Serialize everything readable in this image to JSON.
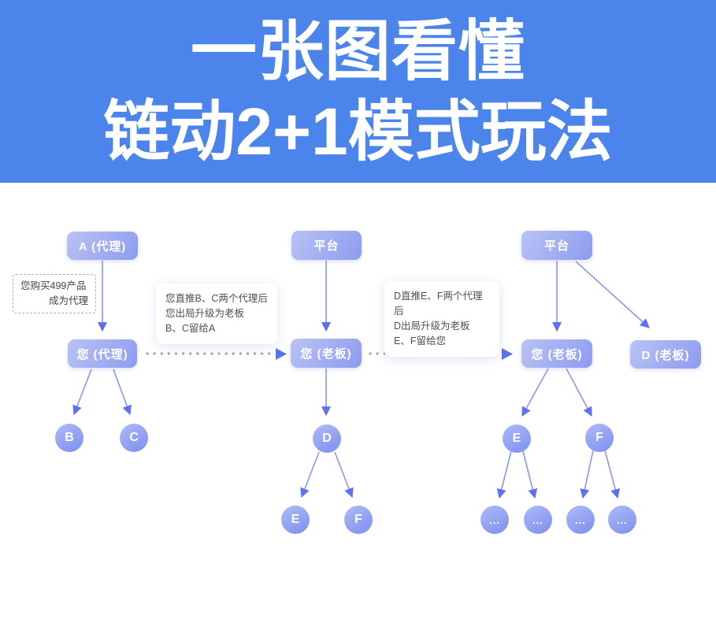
{
  "header": {
    "line1": "一张图看懂",
    "line2": "链动2+1模式玩法"
  },
  "colors": {
    "header_bg": "#4B84EA",
    "node_grad_start": "#B9C3F4",
    "node_grad_end": "#8D9BF0",
    "circle_grad_start": "#A9B7F5",
    "circle_grad_end": "#8090EE",
    "arrow_line": "#8E9BEE",
    "arrow_head": "#5C70F0",
    "dot_line": "#9AA5C2",
    "note_text": "#4A5058",
    "dashed_border": "#A8ADB8"
  },
  "diagram": {
    "stage1": {
      "top_node": "A (代理)",
      "aside": {
        "line1": "您购买499产品",
        "line2": "成为代理"
      },
      "mid_node": "您 (代理)",
      "children": [
        "B",
        "C"
      ]
    },
    "note1": {
      "lines": [
        "您直推B、C两个代理后",
        "您出局升级为老板",
        "B、C留给A"
      ]
    },
    "stage2": {
      "top_node": "平台",
      "mid_node": "您 (老板)",
      "child": "D",
      "grandchildren": [
        "E",
        "F"
      ]
    },
    "note2": {
      "lines": [
        "D直推E、F两个代理后",
        "D出局升级为老板",
        "E、F留给您"
      ]
    },
    "stage3": {
      "top_node": "平台",
      "mid_node": "您 (老板)",
      "side_node": "D (老板)",
      "children": [
        "E",
        "F"
      ],
      "leaves": [
        "...",
        "...",
        "...",
        "..."
      ]
    }
  }
}
